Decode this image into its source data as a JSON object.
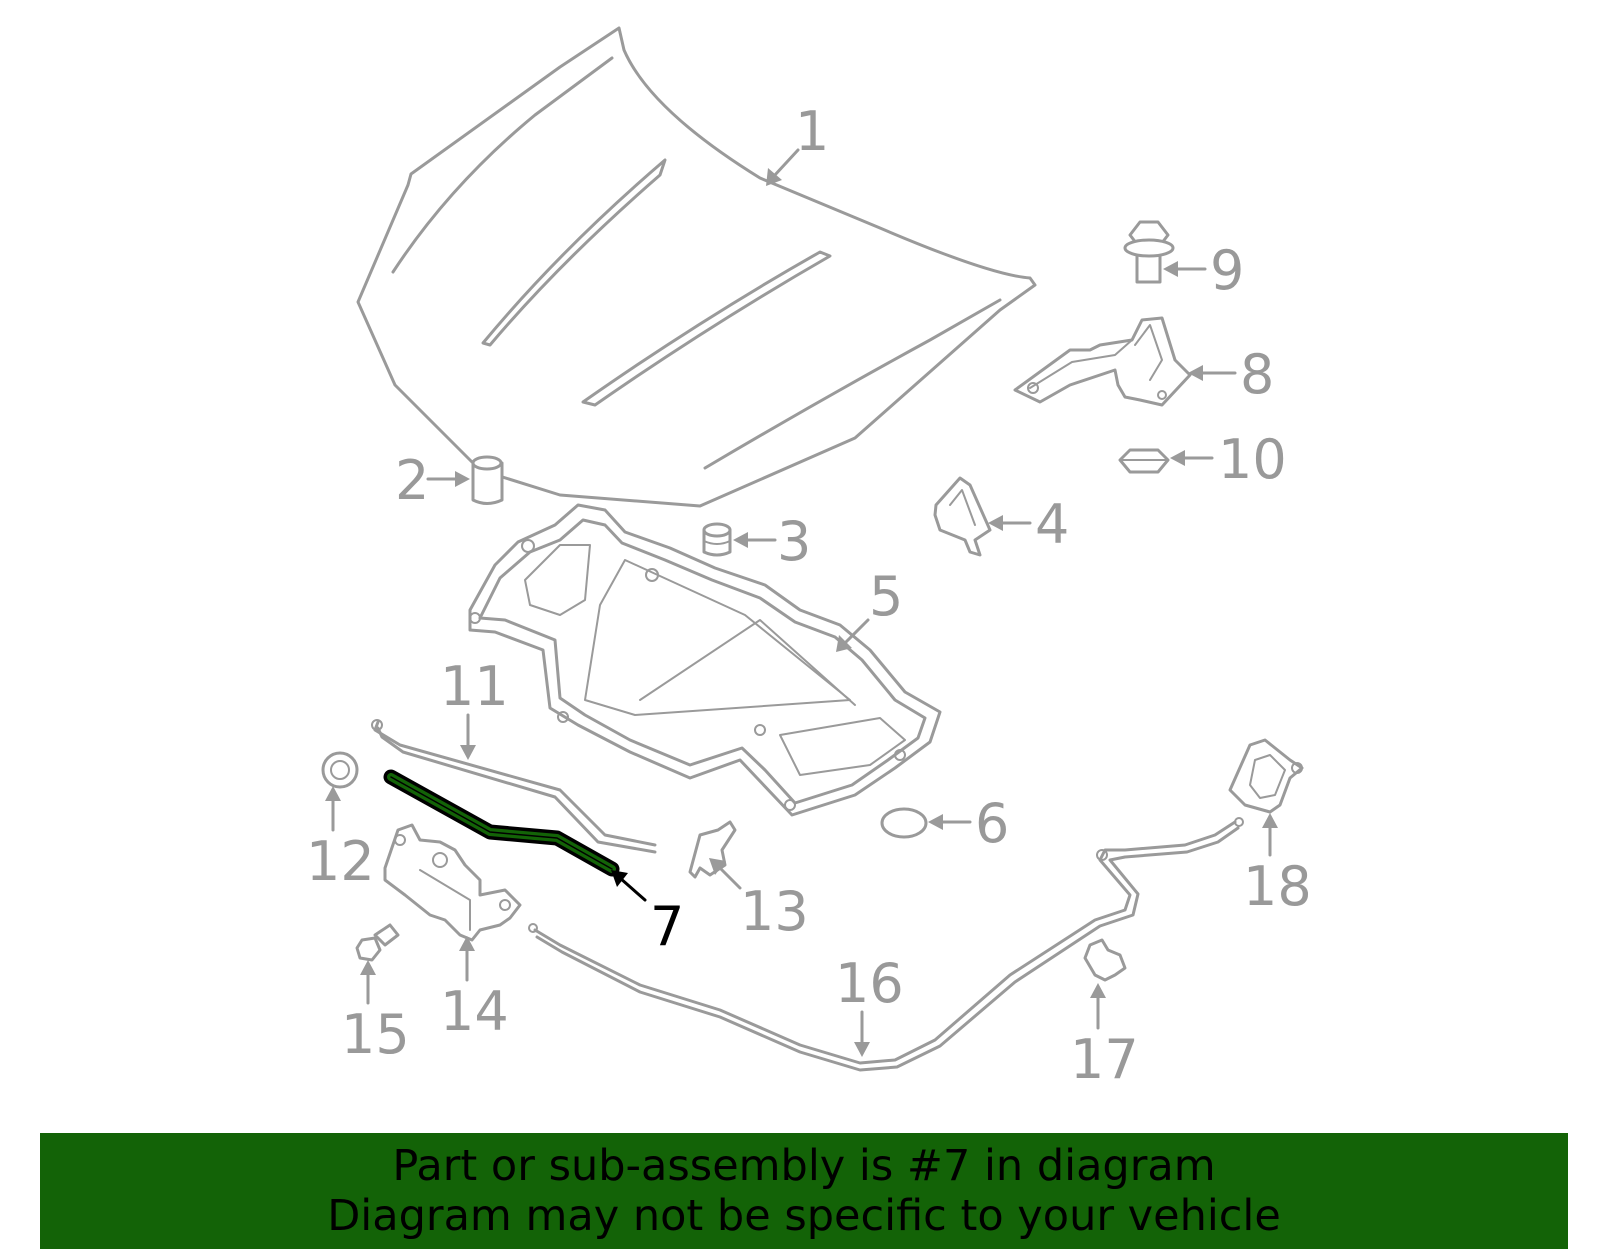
{
  "diagram": {
    "highlighted_part": "7",
    "highlight_color": "#136307",
    "line_color": "#9a9a9a",
    "callouts": {
      "c1": "1",
      "c2": "2",
      "c3": "3",
      "c4": "4",
      "c5": "5",
      "c6": "6",
      "c7": "7",
      "c8": "8",
      "c9": "9",
      "c10": "10",
      "c11": "11",
      "c12": "12",
      "c13": "13",
      "c14": "14",
      "c15": "15",
      "c16": "16",
      "c17": "17",
      "c18": "18"
    }
  },
  "banner": {
    "line1": "Part or sub-assembly is #7 in diagram",
    "line2": "Diagram may not be specific to your vehicle",
    "background": "#136307"
  }
}
